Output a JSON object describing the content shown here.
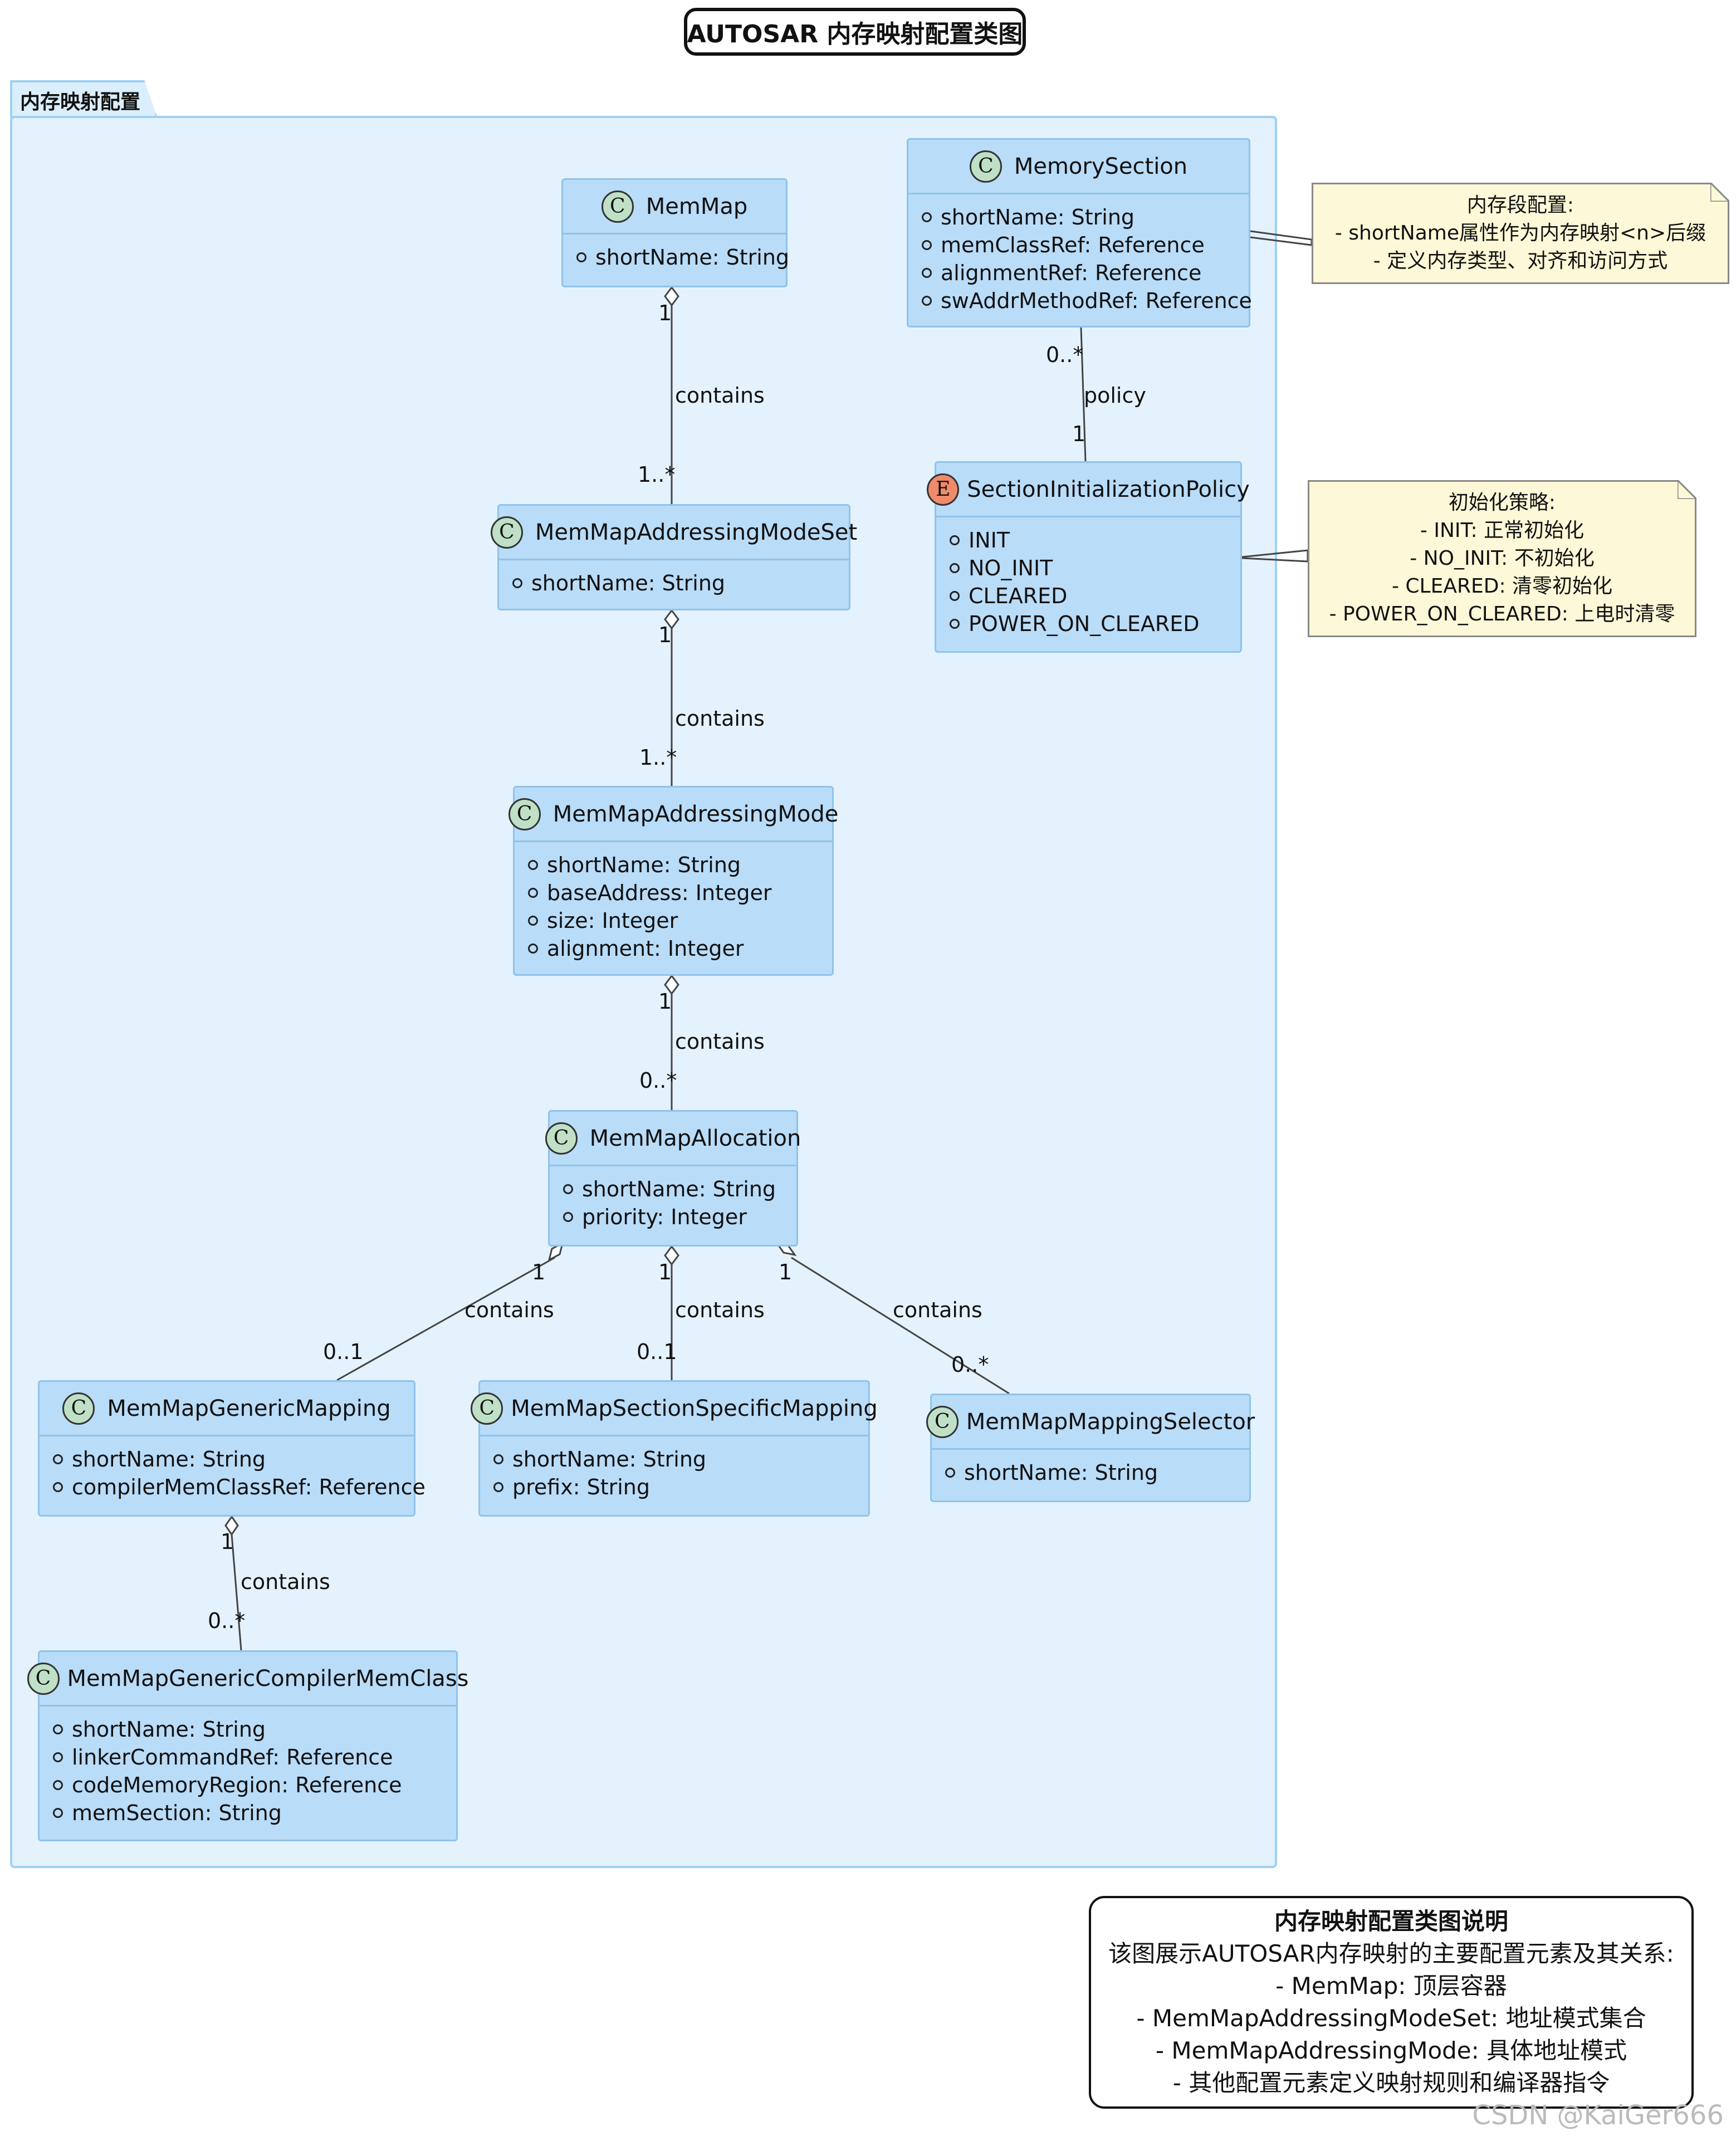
{
  "title": "AUTOSAR 内存映射配置类图",
  "package": {
    "name": "内存映射配置"
  },
  "classes": {
    "memmap": {
      "stereotype": "C",
      "name": "MemMap",
      "attributes": [
        "shortName: String"
      ]
    },
    "memory_section": {
      "stereotype": "C",
      "name": "MemorySection",
      "attributes": [
        "shortName: String",
        "memClassRef: Reference",
        "alignmentRef: Reference",
        "swAddrMethodRef: Reference"
      ]
    },
    "section_init_policy": {
      "stereotype": "E",
      "name": "SectionInitializationPolicy",
      "attributes": [
        "INIT",
        "NO_INIT",
        "CLEARED",
        "POWER_ON_CLEARED"
      ]
    },
    "addressing_mode_set": {
      "stereotype": "C",
      "name": "MemMapAddressingModeSet",
      "attributes": [
        "shortName: String"
      ]
    },
    "addressing_mode": {
      "stereotype": "C",
      "name": "MemMapAddressingMode",
      "attributes": [
        "shortName: String",
        "baseAddress: Integer",
        "size: Integer",
        "alignment: Integer"
      ]
    },
    "allocation": {
      "stereotype": "C",
      "name": "MemMapAllocation",
      "attributes": [
        "shortName: String",
        "priority: Integer"
      ]
    },
    "generic_mapping": {
      "stereotype": "C",
      "name": "MemMapGenericMapping",
      "attributes": [
        "shortName: String",
        "compilerMemClassRef: Reference"
      ]
    },
    "section_specific_mapping": {
      "stereotype": "C",
      "name": "MemMapSectionSpecificMapping",
      "attributes": [
        "shortName: String",
        "prefix: String"
      ]
    },
    "mapping_selector": {
      "stereotype": "C",
      "name": "MemMapMappingSelector",
      "attributes": [
        "shortName: String"
      ]
    },
    "generic_compiler_mem_class": {
      "stereotype": "C",
      "name": "MemMapGenericCompilerMemClass",
      "attributes": [
        "shortName: String",
        "linkerCommandRef: Reference",
        "codeMemoryRegion: Reference",
        "memSection: String"
      ]
    }
  },
  "relations": [
    {
      "from": "memmap",
      "to": "addressing_mode_set",
      "label": "contains",
      "from_mult": "1",
      "to_mult": "1..*"
    },
    {
      "from": "memory_section",
      "to": "section_init_policy",
      "label": "policy",
      "from_mult": "0..*",
      "to_mult": "1"
    },
    {
      "from": "addressing_mode_set",
      "to": "addressing_mode",
      "label": "contains",
      "from_mult": "1",
      "to_mult": "1..*"
    },
    {
      "from": "addressing_mode",
      "to": "allocation",
      "label": "contains",
      "from_mult": "1",
      "to_mult": "0..*"
    },
    {
      "from": "allocation",
      "to": "generic_mapping",
      "label": "contains",
      "from_mult": "1",
      "to_mult": "0..1"
    },
    {
      "from": "allocation",
      "to": "section_specific_mapping",
      "label": "contains",
      "from_mult": "1",
      "to_mult": "0..1"
    },
    {
      "from": "allocation",
      "to": "mapping_selector",
      "label": "contains",
      "from_mult": "1",
      "to_mult": "0..*"
    },
    {
      "from": "generic_mapping",
      "to": "generic_compiler_mem_class",
      "label": "contains",
      "from_mult": "1",
      "to_mult": "0..*"
    }
  ],
  "notes": {
    "memory_section_note": [
      "内存段配置:",
      "- shortName属性作为内存映射<n>后缀",
      "- 定义内存类型、对齐和访问方式"
    ],
    "policy_note": [
      "初始化策略:",
      "- INIT: 正常初始化",
      "- NO_INIT: 不初始化",
      "- CLEARED: 清零初始化",
      "- POWER_ON_CLEARED: 上电时清零"
    ]
  },
  "legend": {
    "title": "内存映射配置类图说明",
    "lines": [
      "该图展示AUTOSAR内存映射的主要配置元素及其关系:",
      "- MemMap: 顶层容器",
      "- MemMapAddressingModeSet: 地址模式集合",
      "- MemMapAddressingMode: 具体地址模式",
      "- 其他配置元素定义映射规则和编译器指令"
    ]
  },
  "watermark": "CSDN @KaiGer666",
  "colors": {
    "class_fill": "#b9dcf8",
    "class_border": "#8fc3eb",
    "package_fill": "#e4f2fd",
    "note_fill": "#fdf8d7",
    "class_badge": "#bfe0c6",
    "enum_badge": "#ef8a6a"
  }
}
